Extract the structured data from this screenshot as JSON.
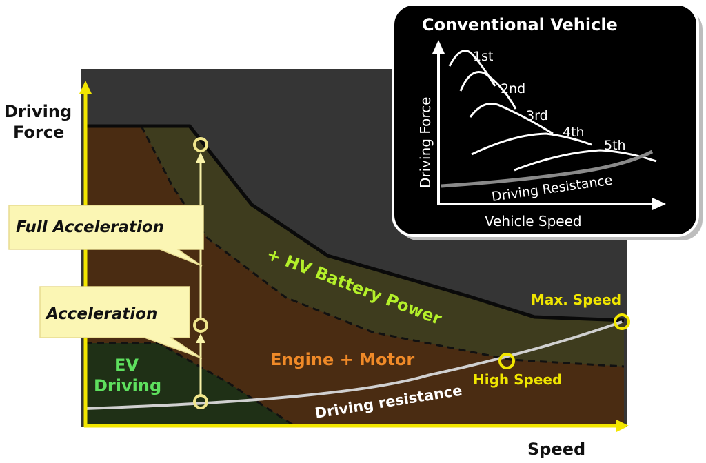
{
  "main": {
    "y_axis_label_line1": "Driving",
    "y_axis_label_line2": "Force",
    "x_axis_label": "Speed",
    "region_hv": "+ HV Battery Power",
    "region_engine": "Engine + Motor",
    "region_ev_line1": "EV",
    "region_ev_line2": "Driving",
    "curve_resistance": "Driving resistance",
    "point_high_speed": "High Speed",
    "point_max_speed": "Max. Speed",
    "callout_full": "Full Acceleration",
    "callout_accel": "Acceleration"
  },
  "inset": {
    "title": "Conventional Vehicle",
    "y_label": "Driving Force",
    "x_label": "Vehicle Speed",
    "resistance_label": "Driving Resistance",
    "gears": [
      "1st",
      "2nd",
      "3rd",
      "4th",
      "5th"
    ]
  },
  "colors": {
    "background_dark": "#353535",
    "hv_region": "#3e3c1e",
    "engine_region": "#4a2c12",
    "ev_region": "#1f3016",
    "axis": "#f2e600",
    "hv_text": "#b4f02a",
    "engine_text": "#f08a28",
    "ev_text": "#5ee05e",
    "point_text": "#f0e600",
    "callout_bg": "#fbf6b4"
  }
}
